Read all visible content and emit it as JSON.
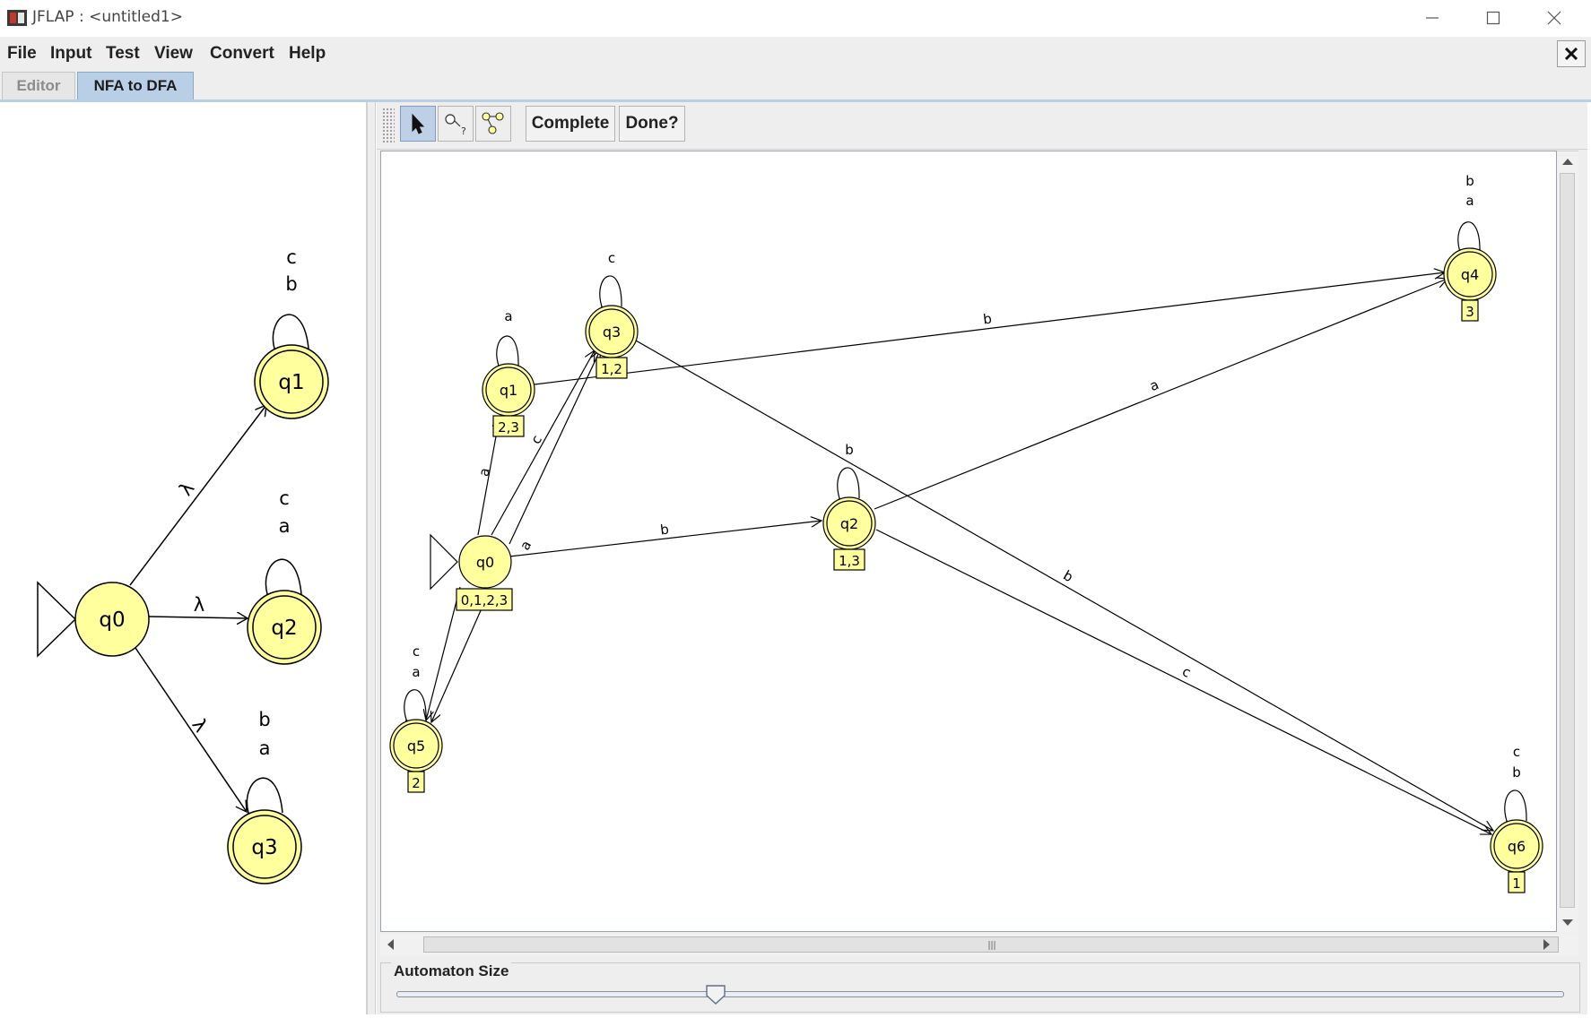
{
  "window": {
    "title": "JFLAP : <untitled1>"
  },
  "menu": [
    "File",
    "Input",
    "Test",
    "View",
    "Convert",
    "Help"
  ],
  "tabs": [
    "Editor",
    "NFA to DFA"
  ],
  "toolbar": {
    "complete_label": "Complete",
    "done_label": "Done?"
  },
  "slider": {
    "label": "Automaton Size",
    "value_fraction": 0.27
  },
  "colors": {
    "state_fill": "#ffff9e",
    "active_tab": "#b8cfe5",
    "edge": "#000000"
  },
  "nfa": {
    "states": [
      "q0",
      "q1",
      "q2",
      "q3"
    ],
    "edge_labels": [
      "λ",
      "λ",
      "λ"
    ],
    "loops": {
      "q1": [
        "c",
        "b"
      ],
      "q2": [
        "c",
        "a"
      ],
      "q3": [
        "b",
        "a"
      ]
    }
  },
  "dfa": {
    "states": [
      "q0",
      "q1",
      "q2",
      "q3",
      "q4",
      "q5",
      "q6"
    ],
    "state_sets": {
      "q0": "0,1,2,3",
      "q1": "2,3",
      "q2": "1,3",
      "q3": "1,2",
      "q4": "3",
      "q5": "2",
      "q6": "1"
    },
    "loops": {
      "q1": [
        "a"
      ],
      "q3": [
        "c"
      ],
      "q2": [
        "b"
      ],
      "q4": [
        "b",
        "a"
      ],
      "q5": [
        "c",
        "a"
      ],
      "q6": [
        "c",
        "b"
      ]
    },
    "edge_labels": {
      "q0_q1": "a",
      "q0_q3_c": "c",
      "q0_q3_a": "a",
      "q0_q2": "b",
      "q1_q4": "b",
      "q2_q4": "a",
      "q3_q6": "b",
      "q2_q6": "c"
    }
  }
}
